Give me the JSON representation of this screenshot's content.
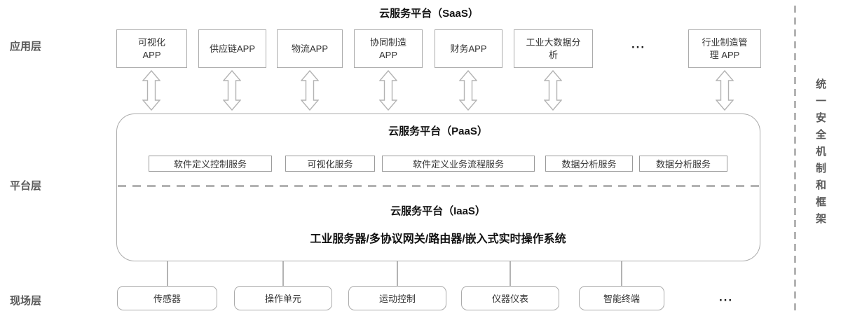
{
  "title_saas": "云服务平台（SaaS）",
  "layers": {
    "app": "应用层",
    "platform": "平台层",
    "field": "现场层"
  },
  "app_layer": {
    "apps": [
      {
        "label": "可视化\nAPP"
      },
      {
        "label": "供应链APP"
      },
      {
        "label": "物流APP"
      },
      {
        "label": "协同制造\nAPP"
      },
      {
        "label": "财务APP"
      },
      {
        "label": "工业大数据分\n析"
      },
      {
        "label": "行业制造管\n理 APP"
      }
    ],
    "ellipsis": "···"
  },
  "paas": {
    "title": "云服务平台（PaaS）",
    "services": [
      "软件定义控制服务",
      "可视化服务",
      "软件定义业务流程服务",
      "数据分析服务",
      "数据分析服务"
    ]
  },
  "iaas": {
    "title": "云服务平台（IaaS）",
    "subtitle": "工业服务器/多协议网关/路由器/嵌入式实时操作系统"
  },
  "field_layer": {
    "devices": [
      "传感器",
      "操作单元",
      "运动控制",
      "仪器仪表",
      "智能终端"
    ],
    "ellipsis": "···"
  },
  "right_panel": {
    "label": "统一安全机制和框架"
  },
  "colors": {
    "border_gray": "#ababab",
    "dash_gray": "#b3b3b3",
    "text_dark": "#333333",
    "title_black": "#111111",
    "label_gray": "#595959"
  }
}
